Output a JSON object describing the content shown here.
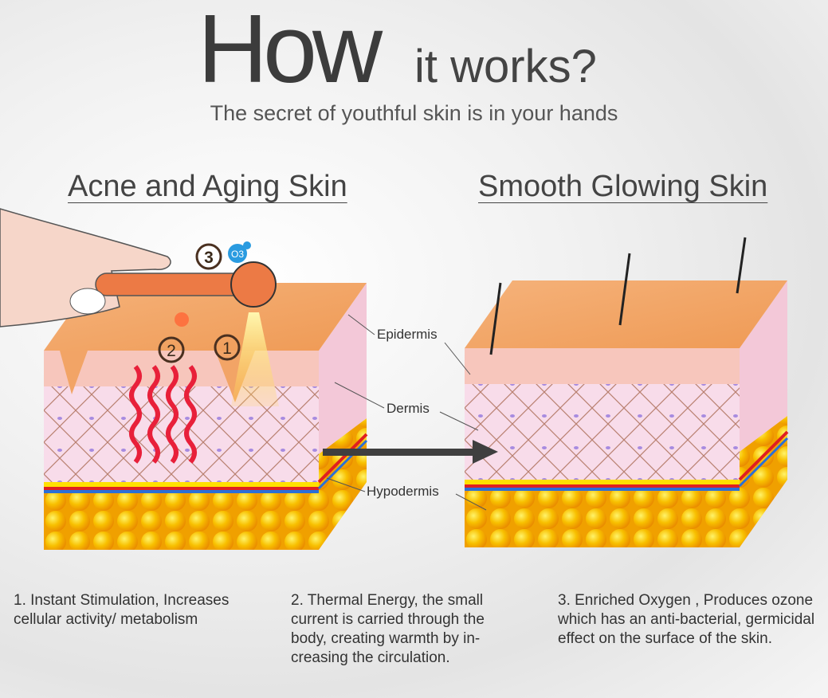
{
  "header": {
    "title_big": "How",
    "title_small": "it works?",
    "subtitle": "The secret of youthful skin is in your hands"
  },
  "sections": {
    "left_heading": "Acne and Aging Skin",
    "right_heading": "Smooth Glowing Skin"
  },
  "labels": {
    "epidermis": "Epidermis",
    "dermis": "Dermis",
    "hypodermis": "Hypodermis"
  },
  "markers": {
    "one": "1",
    "two": "2",
    "three": "3",
    "ozone": "O3"
  },
  "descriptions": [
    {
      "text": "1. Instant Stimulation, Increases cellular activity/ metabolism"
    },
    {
      "text": "2. Thermal Energy, the small current is carried through the body, creating warmth by in-creasing the circulation."
    },
    {
      "text": "3. Enriched Oxygen , Produces ozone which has an anti-bacterial, germicidal effect on the surface of the skin."
    }
  ],
  "colors": {
    "skin_top": "#f2a466",
    "epidermis": "#f7c6bc",
    "dermis": "#f8dcea",
    "fat": "#f7b000",
    "heat": "#e8203a",
    "arrow": "#3f3f3f",
    "ozone": "#2a9be0"
  }
}
